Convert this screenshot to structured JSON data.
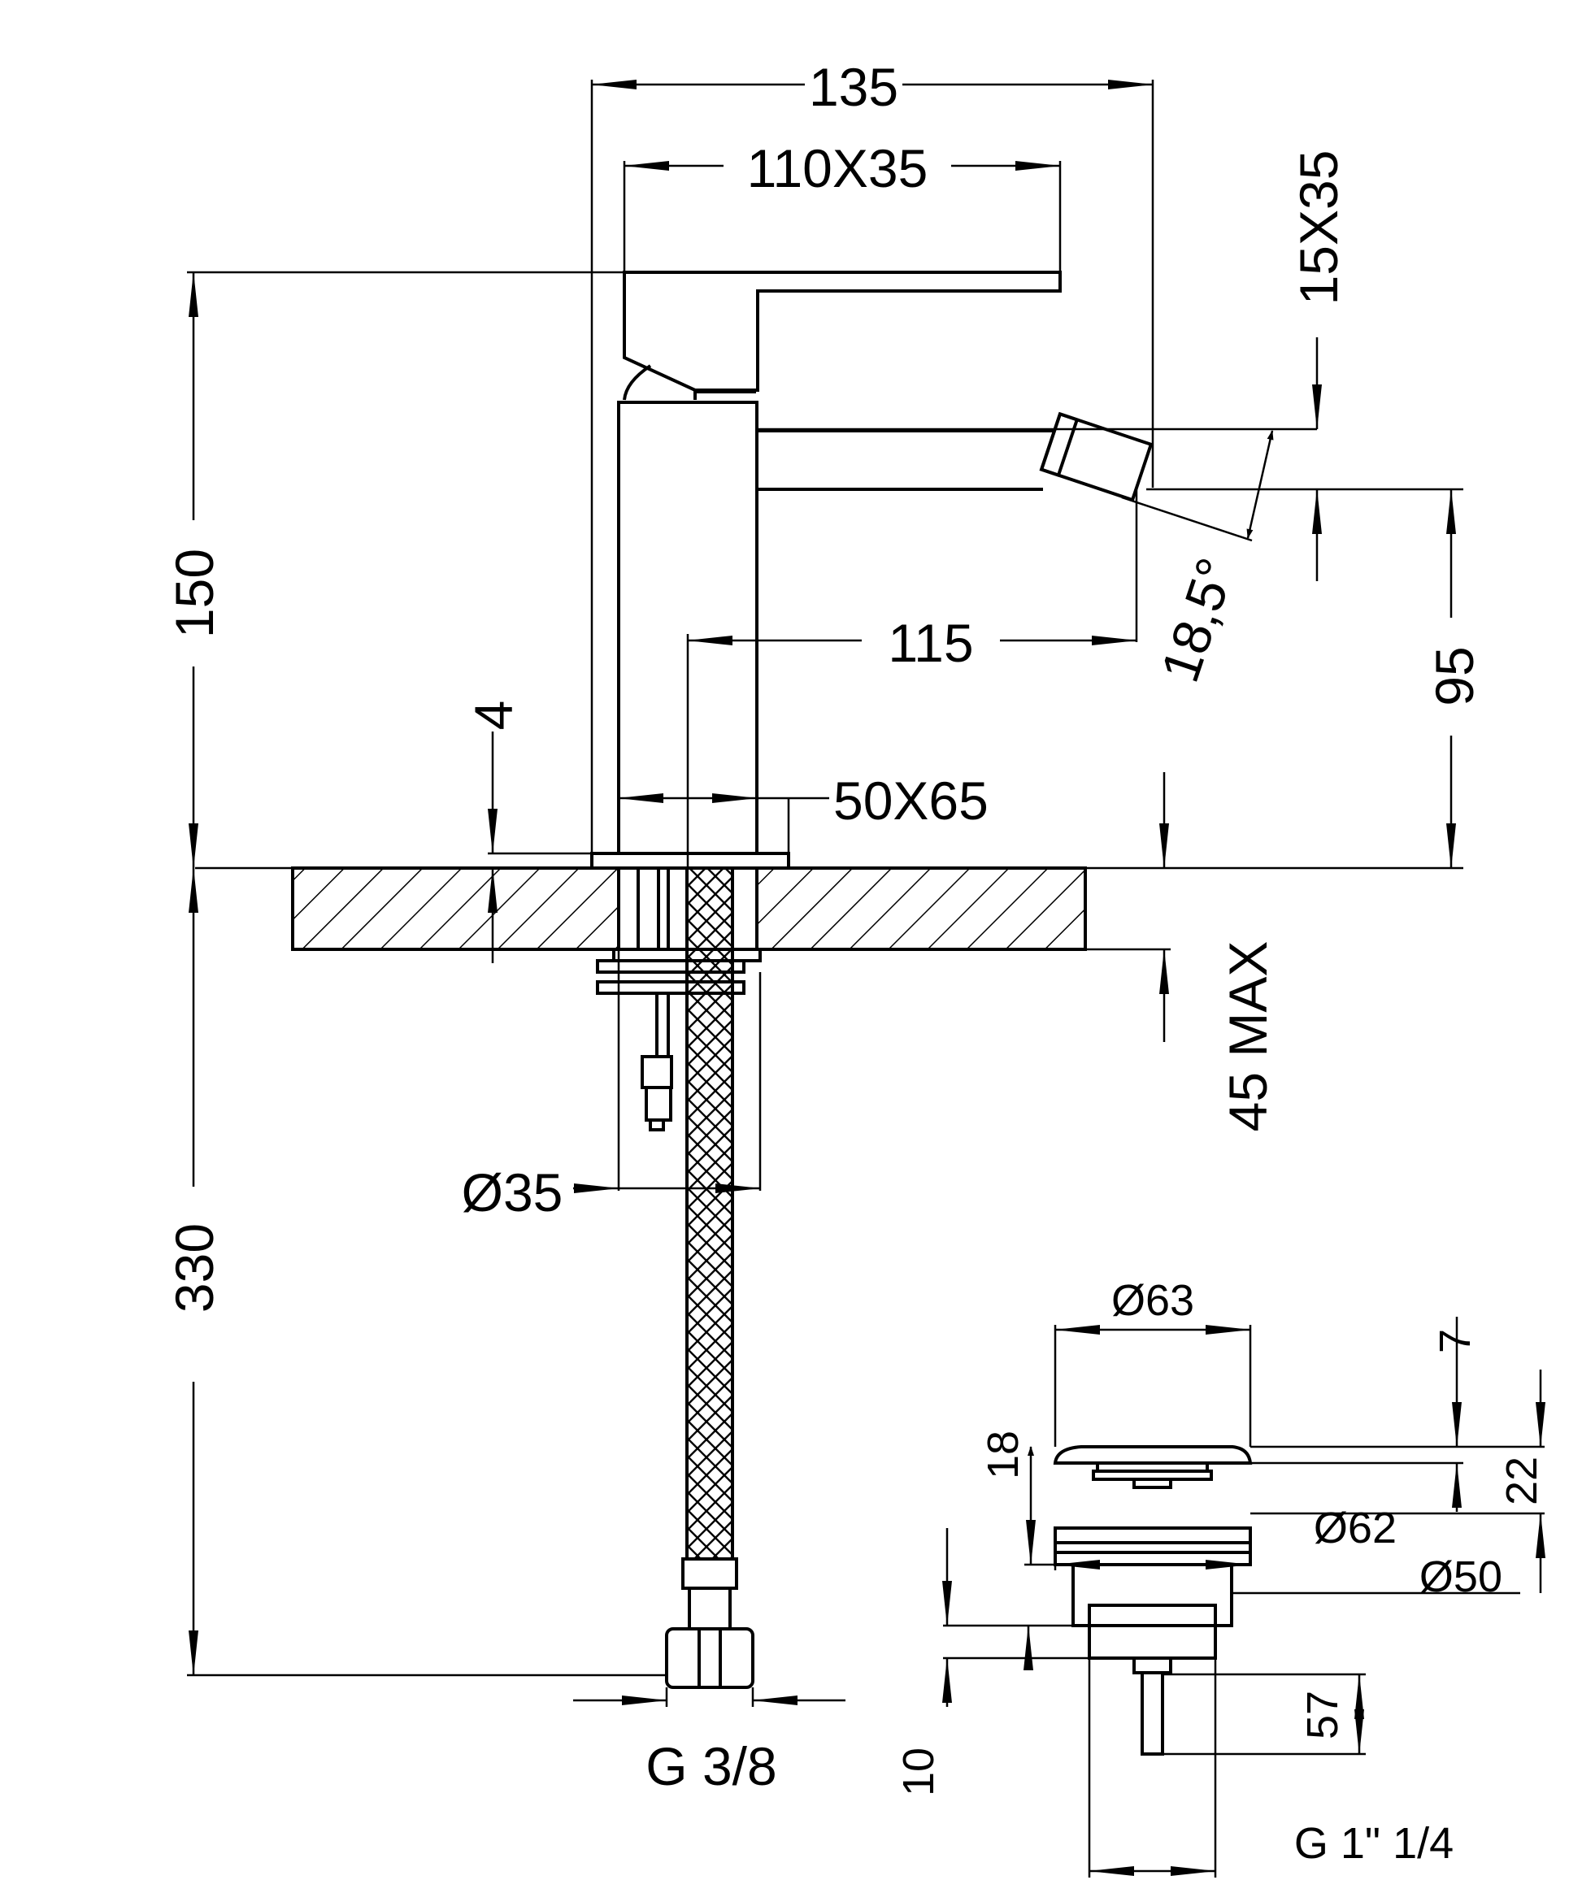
{
  "tap": {
    "width_overall": "135",
    "handle_size": "110X35",
    "spout_section": "15X35",
    "height_to_handle": "150",
    "spout_reach": "115",
    "spout_angle": "18,5°",
    "spout_height": "95",
    "base_plate": "4",
    "body_section": "50X65",
    "max_deck_thickness": "45 MAX",
    "shank_diameter": "Ø35",
    "hose_length": "330",
    "hose_connection": "G 3/8"
  },
  "waste": {
    "cap_diameter": "Ø63",
    "cap_height": "7",
    "flange_height": "18",
    "body_height": "22",
    "flange_diameter": "Ø62",
    "thread_diameter": "Ø50",
    "tail_height": "10",
    "tail_length": "57",
    "outlet_connection": "G 1\" 1/4"
  }
}
